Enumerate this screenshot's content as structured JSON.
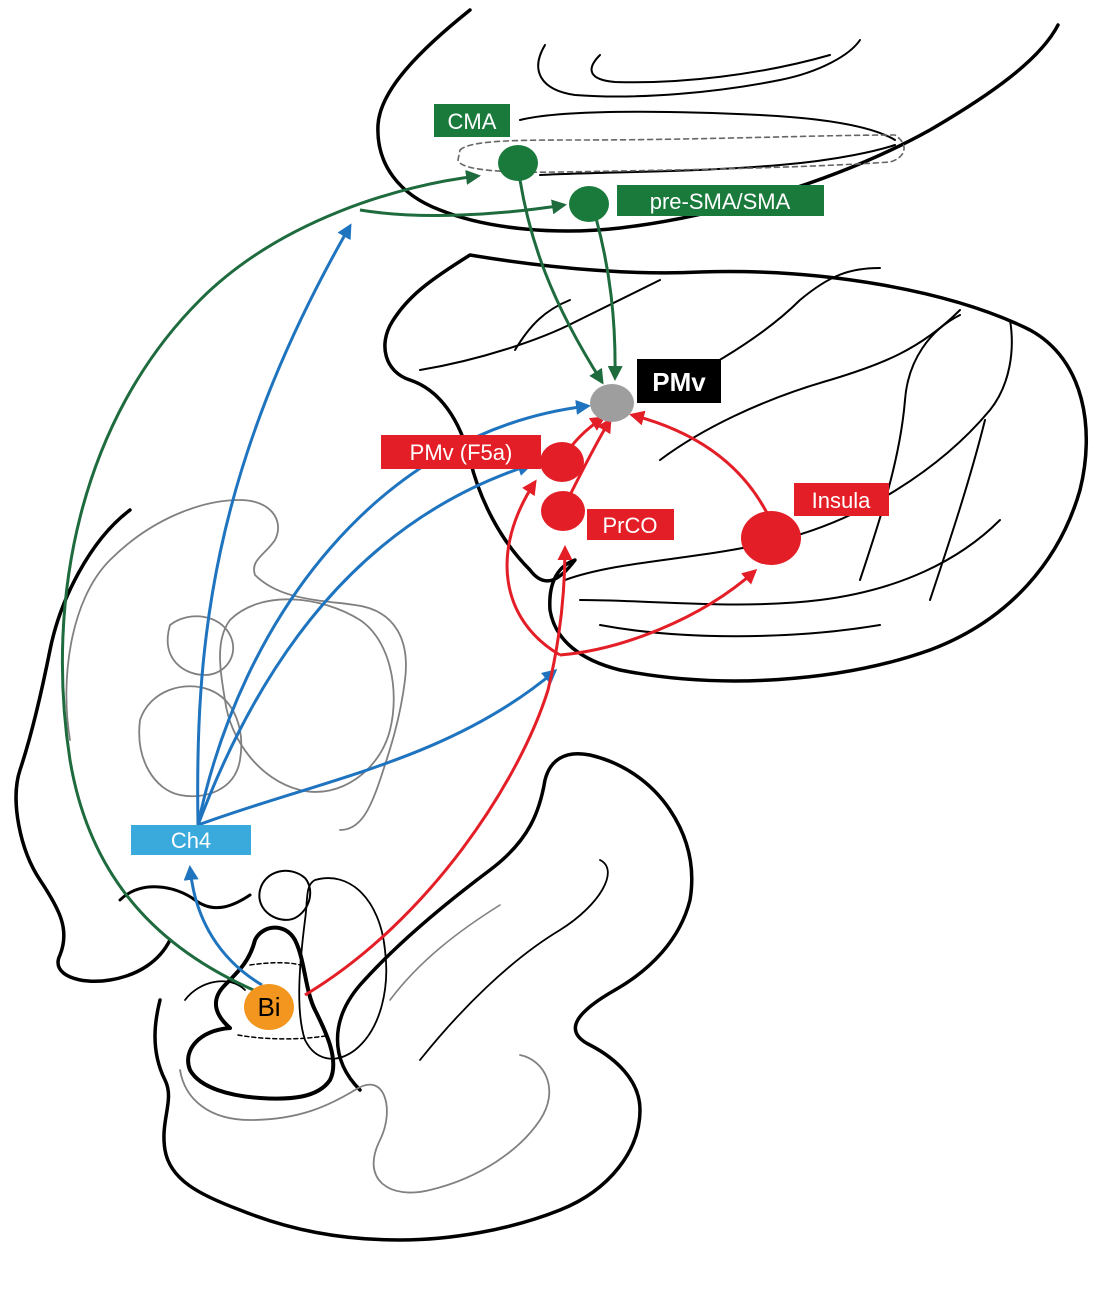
{
  "labels": {
    "cma": "CMA",
    "pre_sma_sma": "pre-SMA/SMA",
    "pmv": "PMv",
    "pmv_f5a": "PMv (F5a)",
    "prco": "PrCO",
    "insula": "Insula",
    "ch4": "Ch4",
    "bi": "Bi"
  },
  "colors": {
    "green": "#1a7a3c",
    "green_arrow": "#1e6b3e",
    "blue_arrow": "#1f74bf",
    "blue_box": "#3aa9dc",
    "red": "#e41e26",
    "gray_node": "#9e9e9e",
    "black_box": "#000000",
    "orange_node": "#f2961f",
    "outline": "#000000",
    "outline_light": "#808080"
  }
}
